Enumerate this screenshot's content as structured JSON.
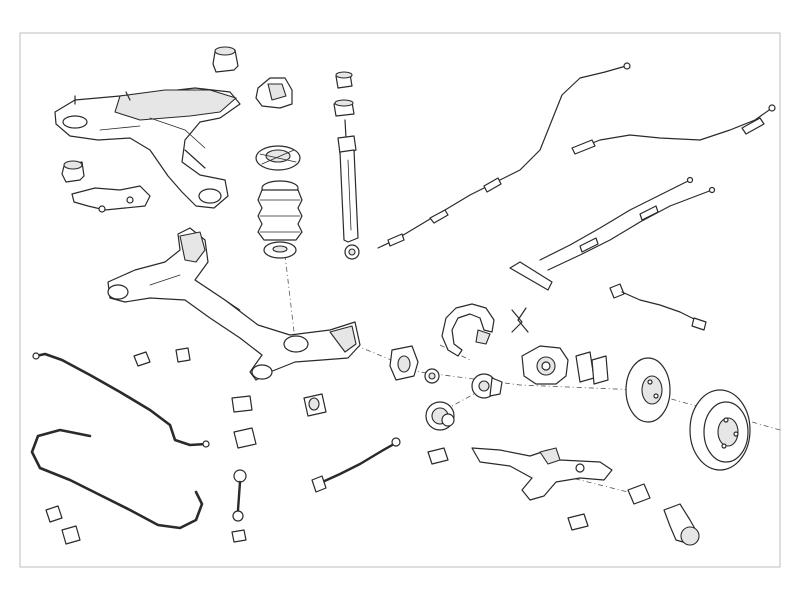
{
  "diagram": {
    "parts": [
      {
        "id": "front-subframe",
        "icon": "subframe-icon"
      },
      {
        "id": "subframe-mount-bushing",
        "icon": "bushing-icon"
      },
      {
        "id": "engine-mount",
        "icon": "mount-icon"
      },
      {
        "id": "bump-stop",
        "icon": "bump-stop-icon"
      },
      {
        "id": "reinforcement-bracket",
        "icon": "bracket-icon"
      },
      {
        "id": "spring-seat",
        "icon": "spring-seat-icon"
      },
      {
        "id": "dust-boot",
        "icon": "boot-icon"
      },
      {
        "id": "shock-absorber",
        "icon": "shock-absorber-icon"
      },
      {
        "id": "handbrake-cable-front",
        "icon": "cable-icon"
      },
      {
        "id": "handbrake-cable-rear",
        "icon": "cable-icon"
      },
      {
        "id": "handbrake-cables-pair",
        "icon": "cable-icon"
      },
      {
        "id": "abs-sensor",
        "icon": "sensor-icon"
      },
      {
        "id": "rear-axle-beam",
        "icon": "axle-beam-icon"
      },
      {
        "id": "axle-bushing",
        "icon": "bushing-icon"
      },
      {
        "id": "stabilizer-bar",
        "icon": "stabilizer-bar-icon"
      },
      {
        "id": "stabilizer-bar-front",
        "icon": "stabilizer-bar-icon"
      },
      {
        "id": "stabilizer-link",
        "icon": "link-icon"
      },
      {
        "id": "stabilizer-mount",
        "icon": "clamp-icon"
      },
      {
        "id": "brake-shoes",
        "icon": "brake-shoe-icon"
      },
      {
        "id": "brake-caliper",
        "icon": "caliper-icon"
      },
      {
        "id": "brake-pads",
        "icon": "brake-pad-icon"
      },
      {
        "id": "spring-clip",
        "icon": "clip-icon"
      },
      {
        "id": "wheel-hub",
        "icon": "hub-icon"
      },
      {
        "id": "wheel-bearing",
        "icon": "bearing-icon"
      },
      {
        "id": "brake-disc",
        "icon": "brake-disc-icon"
      },
      {
        "id": "brake-drum",
        "icon": "brake-drum-icon"
      },
      {
        "id": "control-arm",
        "icon": "control-arm-icon"
      },
      {
        "id": "tie-rod",
        "icon": "tie-rod-icon"
      },
      {
        "id": "drive-shaft-joint",
        "icon": "cv-joint-icon"
      }
    ],
    "colors": {
      "stroke": "#2a2a2a",
      "fill": "#ffffff",
      "shade": "#e6e6e6",
      "frame": "#bdbdbd"
    }
  }
}
